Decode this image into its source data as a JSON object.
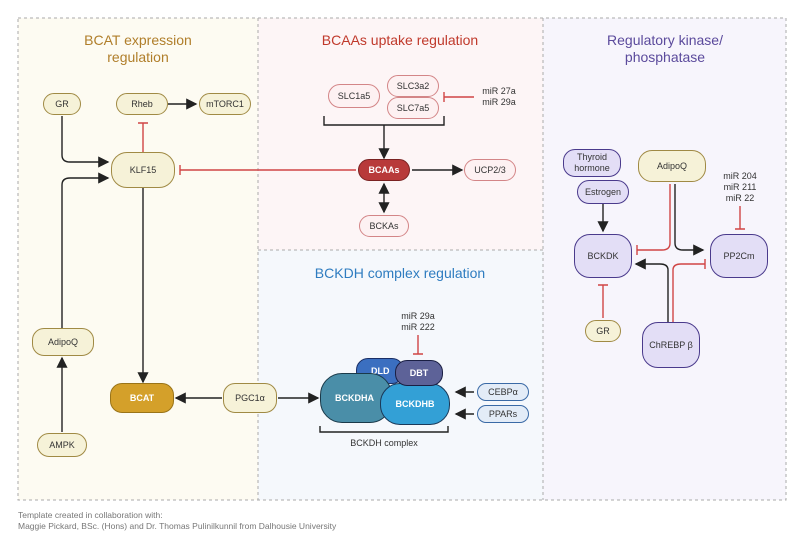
{
  "panels": {
    "bcat": {
      "title_line1": "BCAT expression",
      "title_line2": "regulation",
      "color": "#b07e2a"
    },
    "uptake": {
      "title": "BCAAs uptake regulation",
      "color": "#c0392b"
    },
    "kinase": {
      "title_line1": "Regulatory kinase/",
      "title_line2": "phosphatase",
      "color": "#5b4a9c"
    },
    "bckdh": {
      "title": "BCKDH complex regulation",
      "color": "#2e7cc0"
    }
  },
  "bcat_nodes": {
    "gr": "GR",
    "rheb": "Rheb",
    "mtorc1": "mTORC1",
    "klf15": "KLF15",
    "adipoq": "AdipoQ",
    "ampk": "AMPK",
    "bcat": "BCAT",
    "pgc1a": "PGC1α"
  },
  "uptake_nodes": {
    "slc1a5": "SLC1a5",
    "slc3a2": "SLC3a2",
    "slc7a5": "SLC7a5",
    "bcaas": "BCAAs",
    "ucp": "UCP2/3",
    "bckas": "BCKAs",
    "mir1": "miR 27a",
    "mir2": "miR 29a"
  },
  "bckdh_nodes": {
    "bckdha": "BCKDHA",
    "bckdhb": "BCKDHB",
    "dld": "DLD",
    "dbt": "DBT",
    "cebpa": "CEBPα",
    "ppars": "PPARs",
    "mir1": "miR 29a",
    "mir2": "miR 222",
    "complex_label": "BCKDH complex"
  },
  "kinase_nodes": {
    "thyroid_line1": "Thyroid",
    "thyroid_line2": "hormone",
    "estrogen": "Estrogen",
    "adipoq": "AdipoQ",
    "bckdk": "BCKDK",
    "pp2cm": "PP2Cm",
    "gr": "GR",
    "chrebp": "ChREBP β",
    "mir1": "miR 204",
    "mir2": "miR 211",
    "mir3": "miR 22"
  },
  "footer": {
    "line1": "Template created in collaboration with:",
    "line2": "Maggie Pickard, BSc. (Hons) and Dr. Thomas Pulinilkunnil from Dalhousie University"
  }
}
